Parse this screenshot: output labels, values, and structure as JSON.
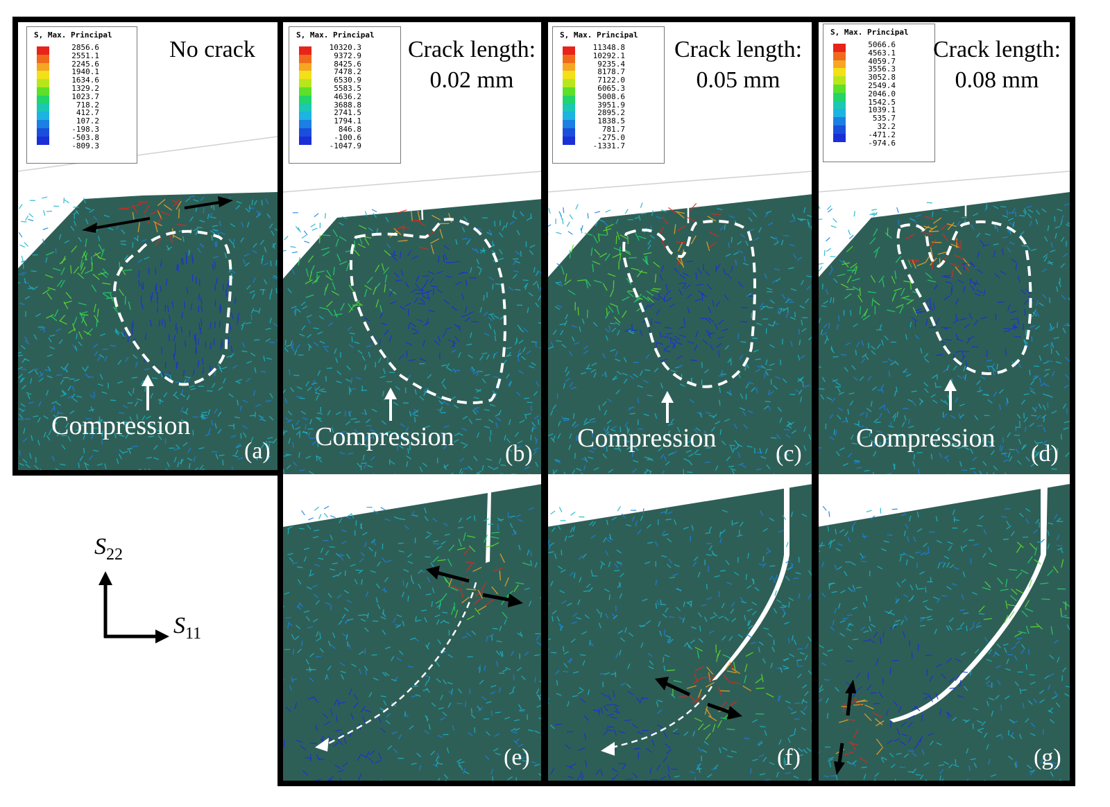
{
  "colors": {
    "domain": "#2e5f57",
    "low": "#1a2fd6",
    "high": "#e8231a",
    "frame": "#000000",
    "contour": "#ffffff"
  },
  "legend_title": "S, Max. Principal",
  "legend_colors": [
    "#e8231a",
    "#f06a1c",
    "#f5a623",
    "#f2e018",
    "#b8e61c",
    "#5de02a",
    "#22d46a",
    "#1ac8b4",
    "#1cb4e0",
    "#1b7fe3",
    "#1a4fdc",
    "#1a2fd6"
  ],
  "panels": [
    {
      "id": "a",
      "caption_lines": [
        "No crack"
      ],
      "legend_values": [
        "2856.6",
        "2551.1",
        "2245.6",
        "1940.1",
        "1634.6",
        "1329.2",
        "1023.7",
        "718.2",
        "412.7",
        "107.2",
        "-198.3",
        "-503.8",
        "-809.3"
      ],
      "compression": "Compression",
      "label": "(a)"
    },
    {
      "id": "b",
      "caption_lines": [
        "Crack length:",
        "0.02 mm"
      ],
      "legend_values": [
        "10320.3",
        "9372.9",
        "8425.6",
        "7478.2",
        "6530.9",
        "5583.5",
        "4636.2",
        "3688.8",
        "2741.5",
        "1794.1",
        "846.8",
        "-100.6",
        "-1047.9"
      ],
      "compression": "Compression",
      "label": "(b)"
    },
    {
      "id": "c",
      "caption_lines": [
        "Crack length:",
        "0.05 mm"
      ],
      "legend_values": [
        "11348.8",
        "10292.1",
        "9235.4",
        "8178.7",
        "7122.0",
        "6065.3",
        "5008.6",
        "3951.9",
        "2895.2",
        "1838.5",
        "781.7",
        "-275.0",
        "-1331.7"
      ],
      "compression": "Compression",
      "label": "(c)"
    },
    {
      "id": "d",
      "caption_lines": [
        "Crack length:",
        "0.08 mm"
      ],
      "legend_values": [
        "5066.6",
        "4563.1",
        "4059.7",
        "3556.3",
        "3052.8",
        "2549.4",
        "2046.0",
        "1542.5",
        "1039.1",
        "535.7",
        "32.2",
        "-471.2",
        "-974.6"
      ],
      "compression": "Compression",
      "label": "(d)"
    }
  ],
  "zoom_labels": [
    "(e)",
    "(f)",
    "(g)"
  ],
  "axes": {
    "y_symbol": "S",
    "y_sub": "22",
    "x_symbol": "S",
    "x_sub": "11"
  }
}
